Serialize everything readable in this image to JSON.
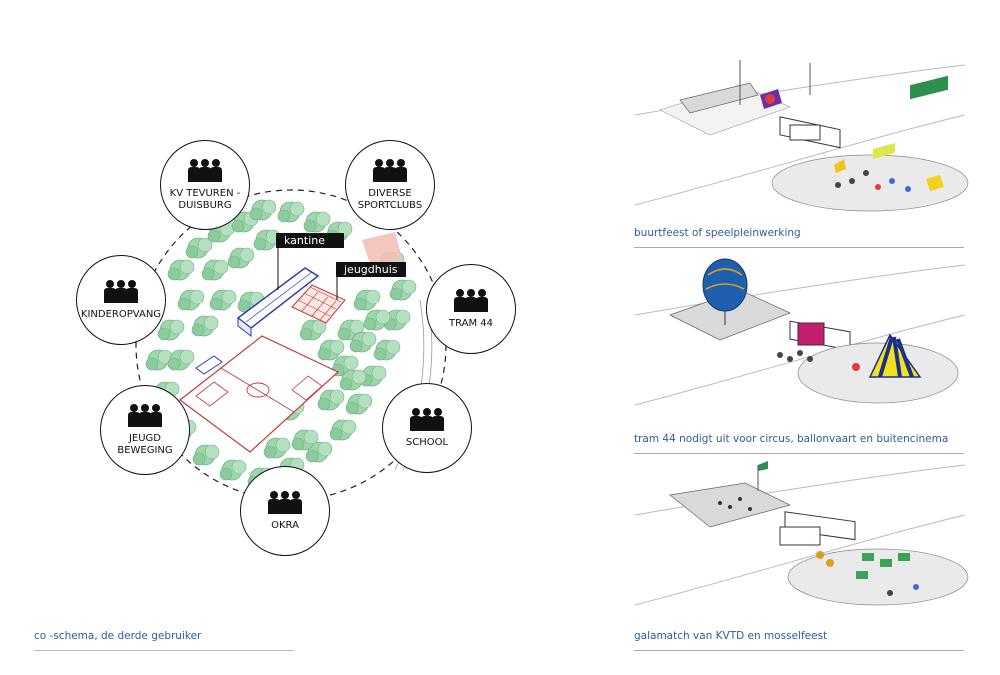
{
  "diagram": {
    "center_labels": {
      "kantine": "kantine",
      "jeugdhuis": "jeugdhuis"
    },
    "users": [
      {
        "id": "kv-tevuren",
        "label": "KV TEVUREN -\nDUISBURG"
      },
      {
        "id": "diverse-sportclubs",
        "label": "DIVERSE\nSPORTCLUBS"
      },
      {
        "id": "kinderopvang",
        "label": "KINDEROPVANG"
      },
      {
        "id": "tram-44",
        "label": "TRAM 44"
      },
      {
        "id": "jeugd-beweging",
        "label": "JEUGD\nBEWEGING"
      },
      {
        "id": "school",
        "label": "SCHOOL"
      },
      {
        "id": "okra",
        "label": "OKRA"
      }
    ],
    "caption": "co -schema, de derde gebruiker"
  },
  "scenarios": [
    {
      "caption": "buurtfeest of speelpleinwerking"
    },
    {
      "caption": "tram 44 nodigt uit voor circus, ballonvaart en buitencinema"
    },
    {
      "caption": "galamatch van KVTD en mosselfeest"
    }
  ],
  "colors": {
    "caption_blue": "#2e5d9e",
    "tree_green": "#9fd6ad",
    "jeugdhuis_pink": "#f2c1b6",
    "field_red": "#c23a3a",
    "building_blue": "#2b3fb0",
    "plaza_grey": "#d9d9d9",
    "balloon_blue": "#1f5fb0",
    "circus_yellow": "#f2e21a"
  }
}
